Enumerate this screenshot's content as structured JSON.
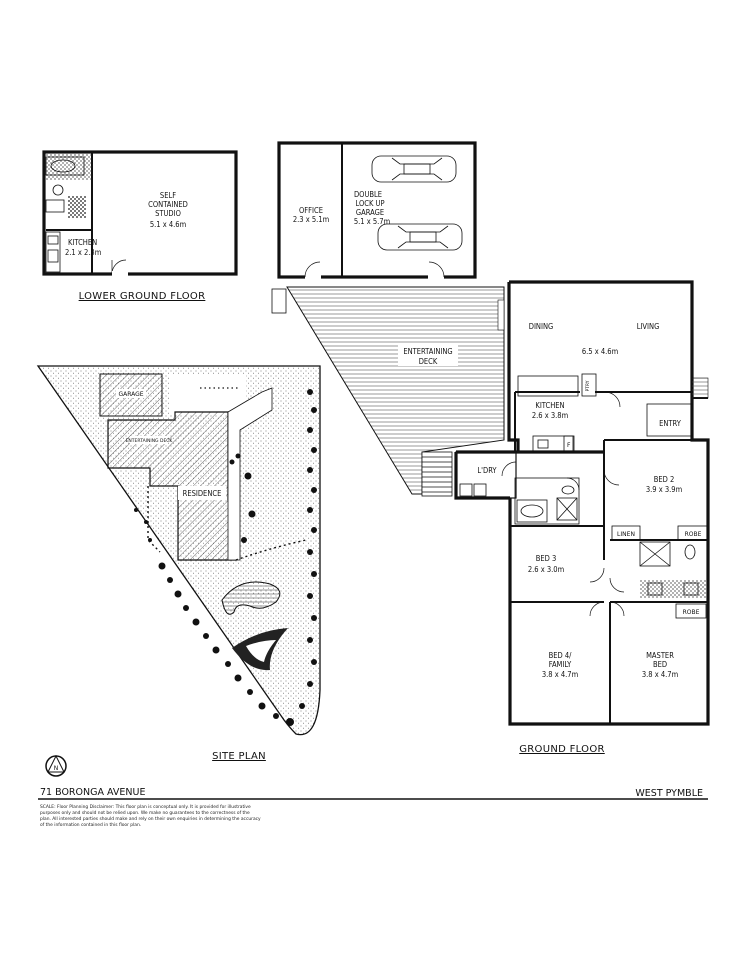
{
  "lower_ground": {
    "title": "LOWER GROUND FLOOR",
    "studio": [
      "SELF",
      "CONTAINED",
      "STUDIO",
      "5.1 x 4.6m"
    ],
    "kitchen": [
      "KITCHEN",
      "2.1 x 2.3m"
    ],
    "office": [
      "OFFICE",
      "2.3 x 5.1m"
    ],
    "garage": [
      "DOUBLE",
      "LOCK UP",
      "GARAGE",
      "5.1 x 5.7m"
    ]
  },
  "ground": {
    "title": "GROUND FLOOR",
    "deck": [
      "ENTERTAINING",
      "DECK"
    ],
    "dining": "DINING",
    "living": "LIVING",
    "living_dim": "6.5 x 4.6m",
    "kitchen": [
      "KITCHEN",
      "2.6 x 3.8m"
    ],
    "pantry": "PTRY",
    "fridge": "F",
    "laundry": "L'DRY",
    "entry": "ENTRY",
    "bed2": [
      "BED 2",
      "3.9 x 3.9m"
    ],
    "linen": "LINEN",
    "robe": "ROBE",
    "bed3": [
      "BED 3",
      "2.6 x 3.0m"
    ],
    "bed4": [
      "BED 4/",
      "FAMILY",
      "3.8 x 4.7m"
    ],
    "master": [
      "MASTER",
      "BED",
      "3.8 x 4.7m"
    ]
  },
  "site": {
    "title": "SITE PLAN",
    "garage": "GARAGE",
    "residence": "RESIDENCE",
    "deck": "ENTERTAINING DECK",
    "compass": "N"
  },
  "footer": {
    "address": "71 BORONGA AVENUE",
    "suburb": "WEST PYMBLE",
    "disclaimer": [
      "SCALE: Floor Planning Disclaimer: This floor plan is conceptual only. It is provided for illustrative",
      "purposes only and should not be relied upon. We make no guarantees to the correctness of the",
      "plan. All interested parties should make and rely on their own enquiries in determining the accuracy",
      "of the information contained in this floor plan."
    ]
  }
}
